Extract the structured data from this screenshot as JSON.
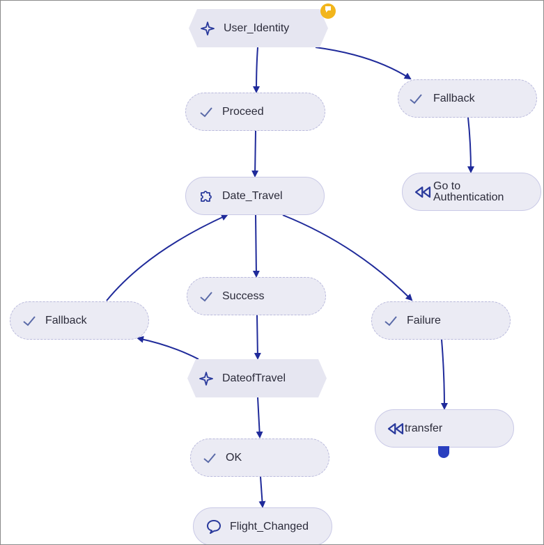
{
  "colors": {
    "edge": "#1f2a9a",
    "node_fill": "#ebebf4",
    "node_border": "#b9b9dc",
    "icon": "#2a3a9c",
    "check": "#5a6aa8",
    "badge": "#f2b51b",
    "handle": "#2a3fbf"
  },
  "nodes": {
    "user_identity": {
      "label": "User_Identity",
      "icon": "sparkle-icon"
    },
    "proceed": {
      "label": "Proceed",
      "icon": "check-icon"
    },
    "fallback_top": {
      "label": "Fallback",
      "icon": "check-icon"
    },
    "go_to_auth": {
      "label": "Go to Authentication",
      "icon": "rewind-icon"
    },
    "date_travel": {
      "label": "Date_Travel",
      "icon": "puzzle-icon"
    },
    "success": {
      "label": "Success",
      "icon": "check-icon"
    },
    "fallback_left": {
      "label": "Fallback",
      "icon": "check-icon"
    },
    "failure": {
      "label": "Failure",
      "icon": "check-icon"
    },
    "date_of_travel": {
      "label": "DateofTravel",
      "icon": "sparkle-icon"
    },
    "transfer": {
      "label": "transfer",
      "icon": "rewind-icon"
    },
    "ok": {
      "label": "OK",
      "icon": "check-icon"
    },
    "flight_changed": {
      "label": "Flight_Changed",
      "icon": "speech-bubble-icon"
    }
  }
}
